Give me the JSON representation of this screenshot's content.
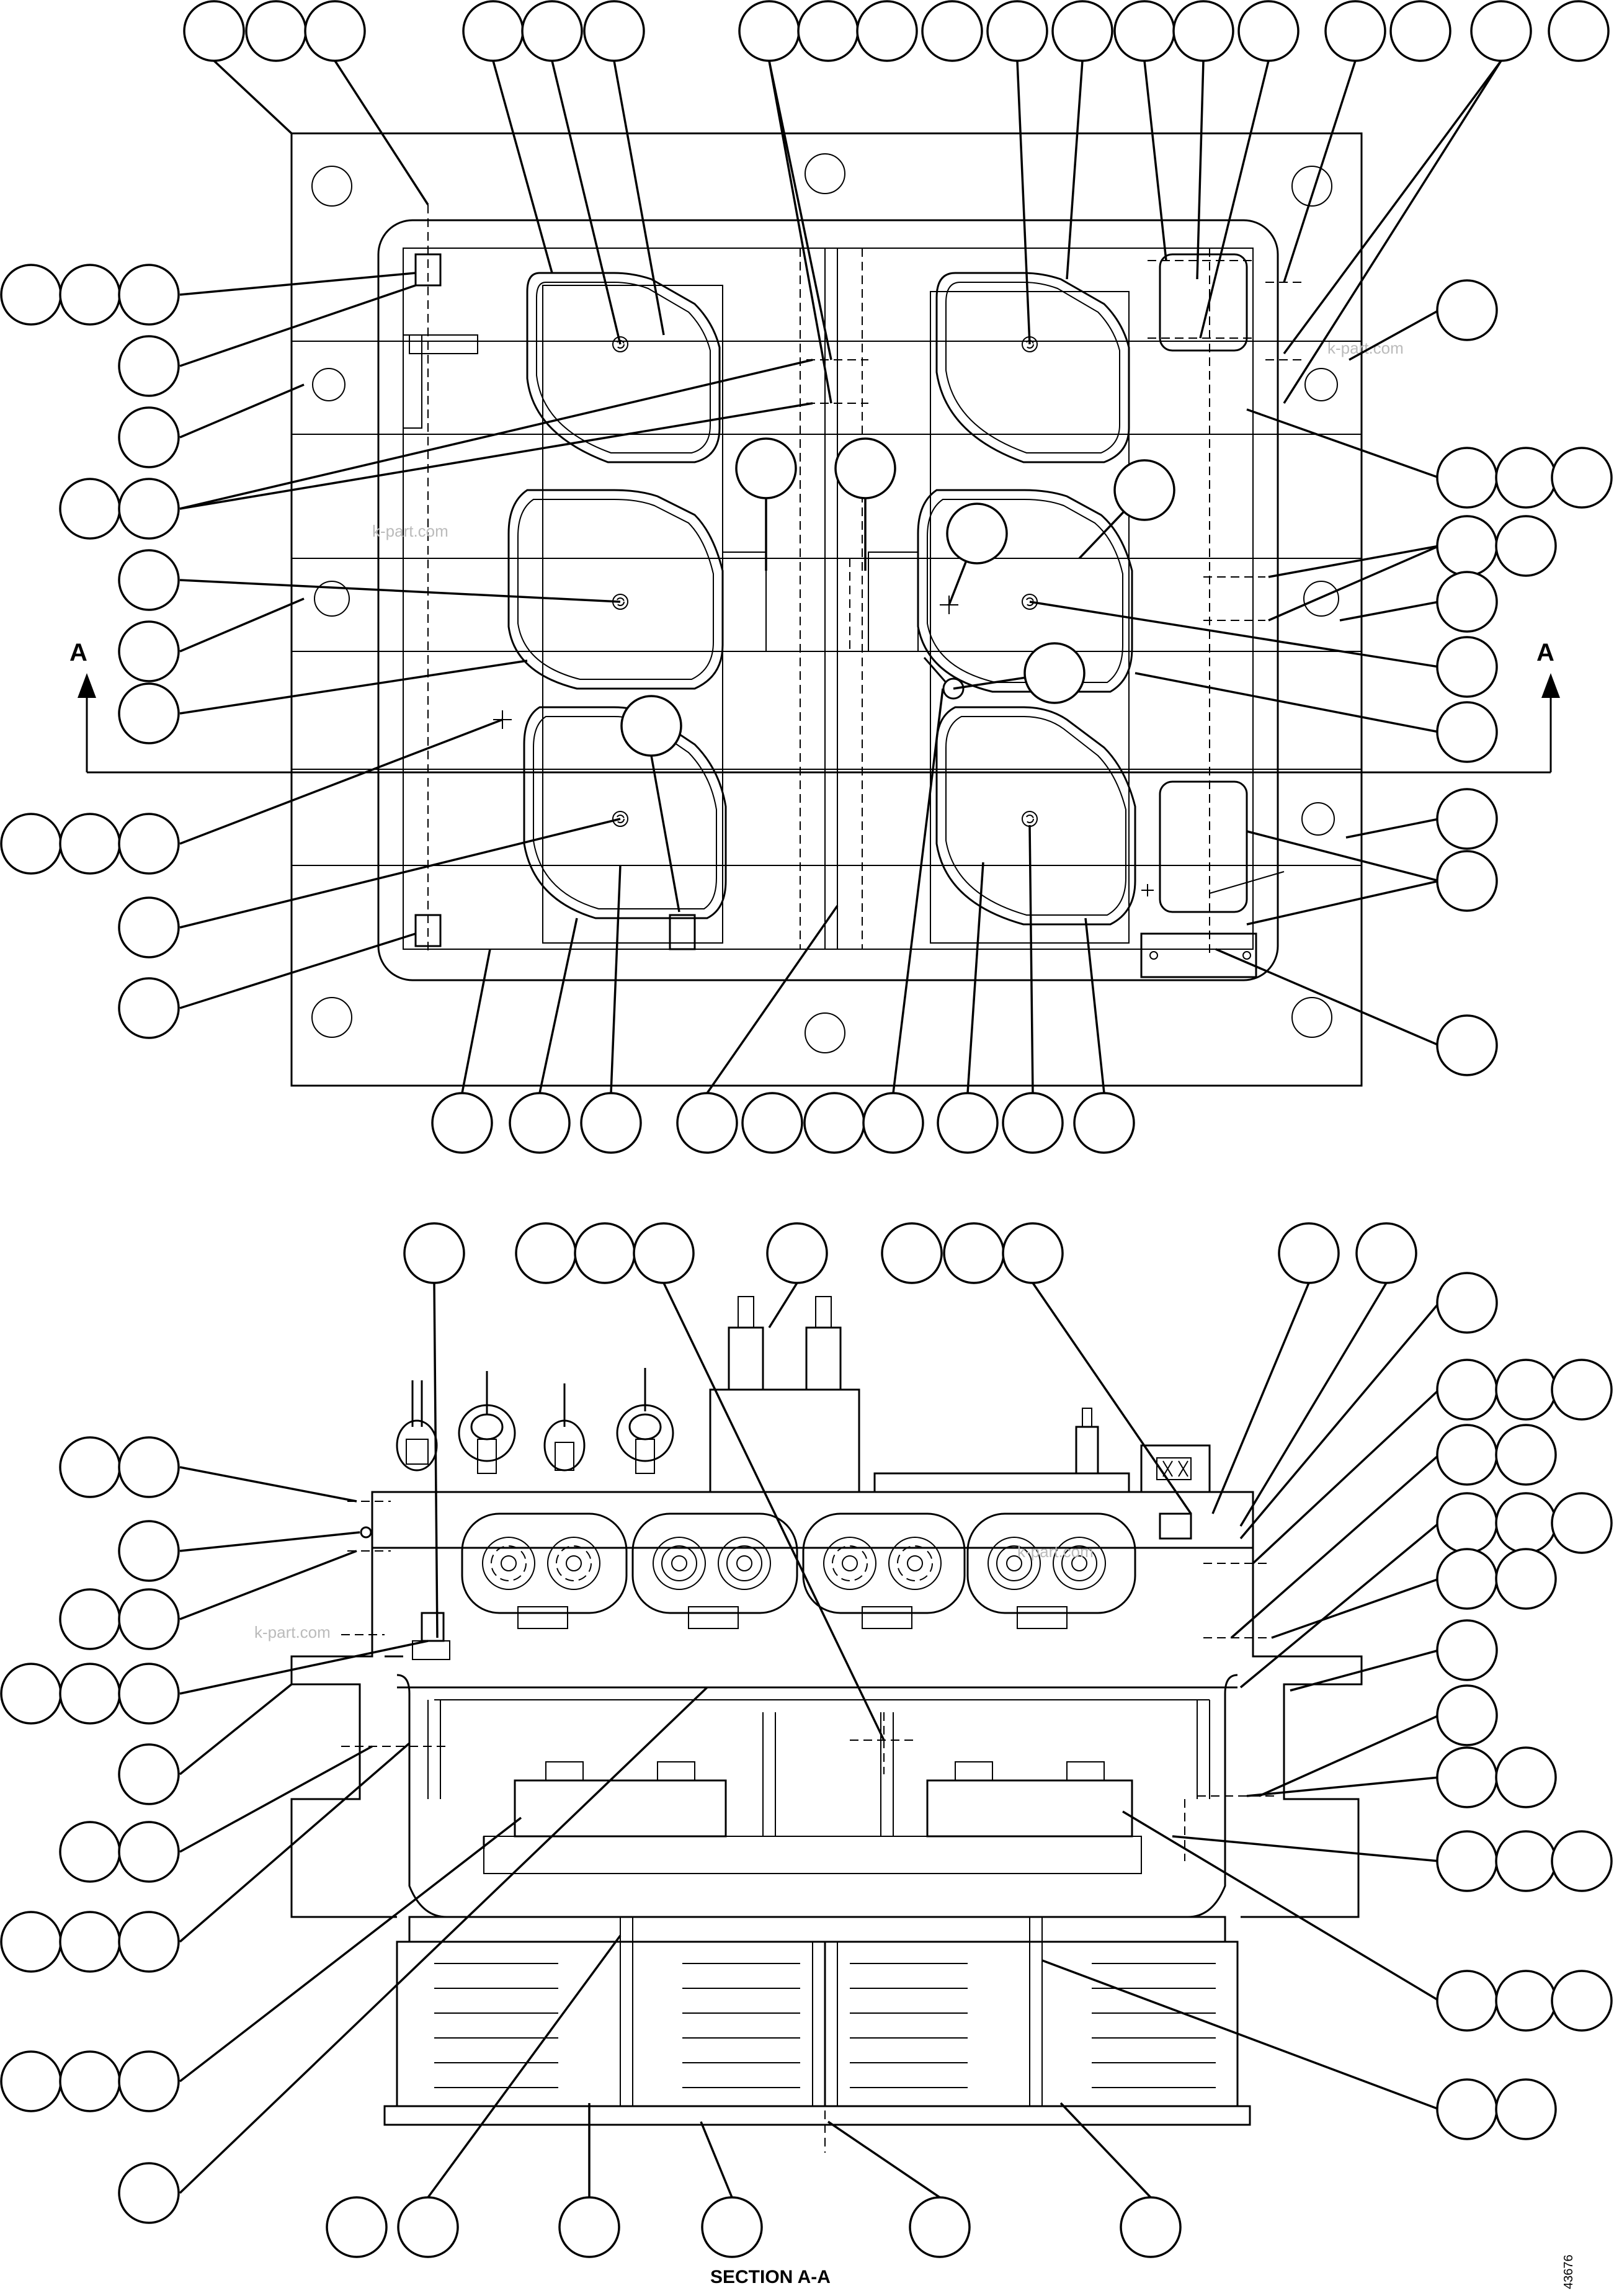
{
  "section_label": "SECTION A-A",
  "section_marker_left": "A",
  "section_marker_right": "A",
  "drawing_number": "43676",
  "watermark": "k-part.com",
  "balloon_style": "empty-callout-circle"
}
